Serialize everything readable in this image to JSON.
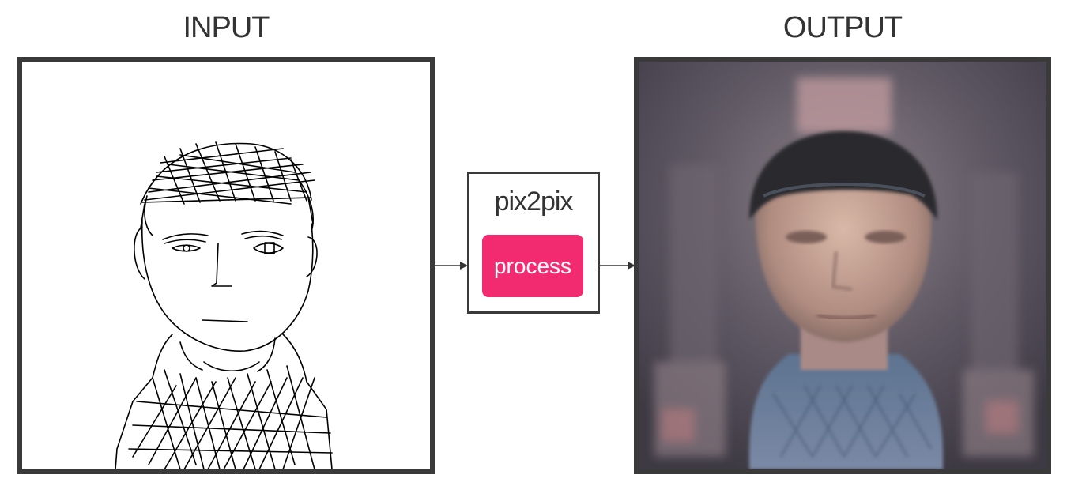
{
  "input": {
    "title": "INPUT"
  },
  "output": {
    "title": "OUTPUT"
  },
  "model": {
    "name": "pix2pix",
    "button_label": "process"
  },
  "colors": {
    "accent": "#f22a6f",
    "frame": "#3a3a3a",
    "text": "#333333",
    "canvas_bg": "#ffffff"
  },
  "icons": [
    "arrow-right-icon",
    "arrow-right-icon"
  ]
}
